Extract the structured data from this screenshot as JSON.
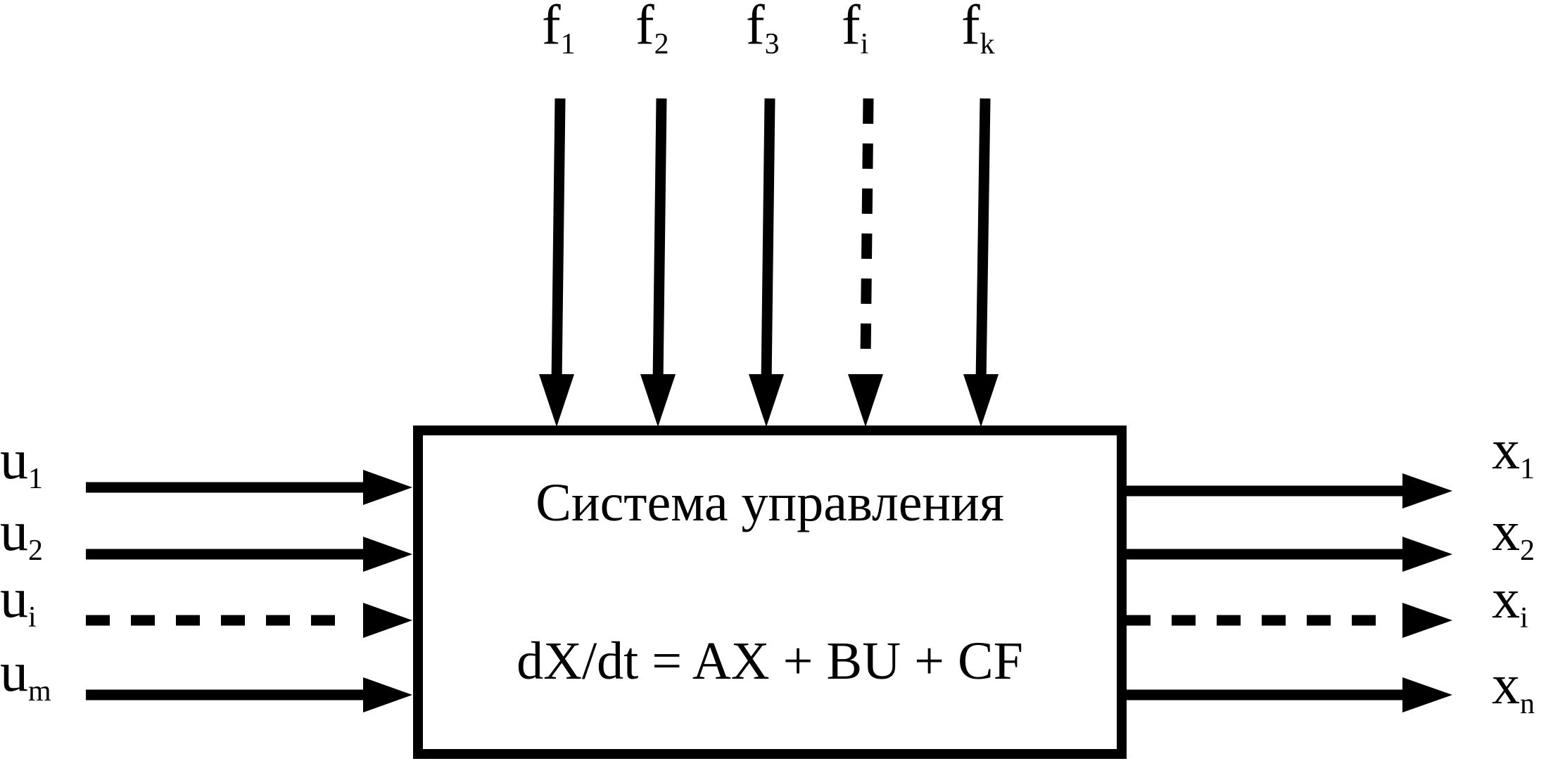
{
  "colors": {
    "stroke": "#000000",
    "background": "#ffffff"
  },
  "block": {
    "title": "Система управления",
    "equation": "dX/dt = AX + BU + CF"
  },
  "disturbances": [
    {
      "letter": "f",
      "sub": "1",
      "style": "solid"
    },
    {
      "letter": "f",
      "sub": "2",
      "style": "solid"
    },
    {
      "letter": "f",
      "sub": "3",
      "style": "solid"
    },
    {
      "letter": "f",
      "sub": "i",
      "style": "dashed"
    },
    {
      "letter": "f",
      "sub": "k",
      "style": "solid"
    }
  ],
  "inputs": [
    {
      "letter": "u",
      "sub": "1",
      "style": "solid"
    },
    {
      "letter": "u",
      "sub": "2",
      "style": "solid"
    },
    {
      "letter": "u",
      "sub": "i",
      "style": "dashed"
    },
    {
      "letter": "u",
      "sub": "m",
      "style": "solid"
    }
  ],
  "outputs": [
    {
      "letter": "x",
      "sub": "1",
      "style": "solid"
    },
    {
      "letter": "x",
      "sub": "2",
      "style": "solid"
    },
    {
      "letter": "x",
      "sub": "i",
      "style": "dashed"
    },
    {
      "letter": "x",
      "sub": "n",
      "style": "solid"
    }
  ]
}
